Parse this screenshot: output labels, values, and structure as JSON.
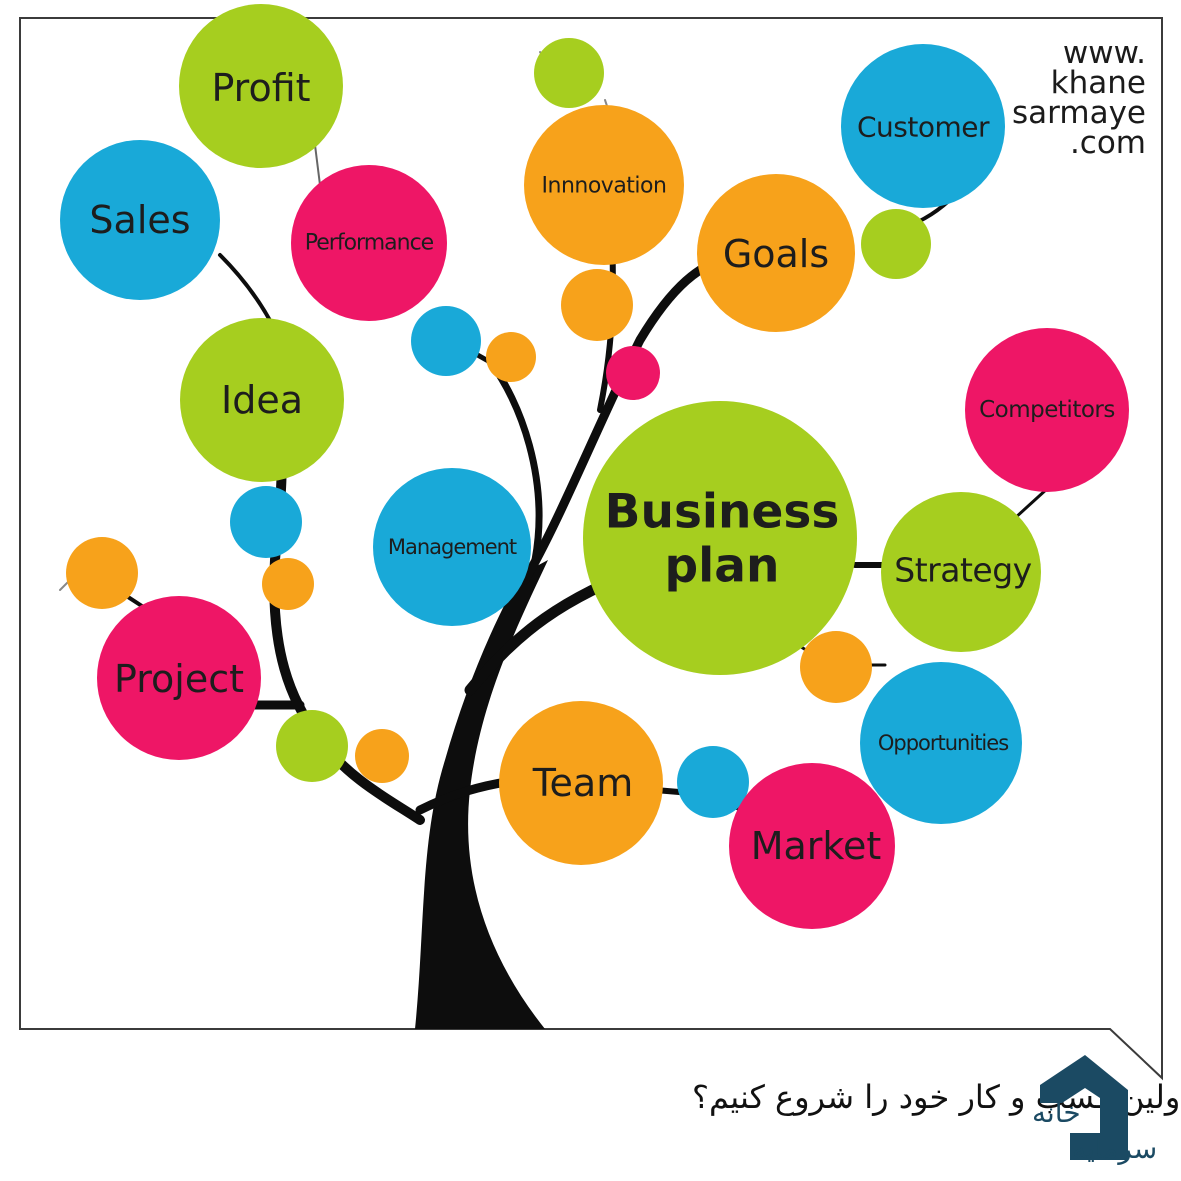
{
  "colors": {
    "green": "#a6ce1f",
    "pink": "#ee1666",
    "blue": "#19a9d8",
    "orange": "#f7a21b",
    "trunk": "#0d0d0d",
    "logo": "#1b4a63"
  },
  "nodes": {
    "profit": "Profit",
    "sales": "Sales",
    "performance": "Performance",
    "innovation": "Innnovation",
    "goals": "Goals",
    "customer": "Customer",
    "idea": "Idea",
    "management": "Management",
    "business_plan_line1": "Business",
    "business_plan_line2": "plan",
    "competitors": "Competitors",
    "strategy": "Strategy",
    "project": "Project",
    "opportunities": "Opportunities",
    "team": "Team",
    "market": "Market"
  },
  "website": {
    "line1": "www.",
    "line2": "khane",
    "line3": "sarmaye",
    "line4": ".com"
  },
  "caption": "چگونه اولین کسب و کار خود را شروع کنیم؟",
  "logo": {
    "word1": "خانه",
    "word2": "سرمایه"
  }
}
